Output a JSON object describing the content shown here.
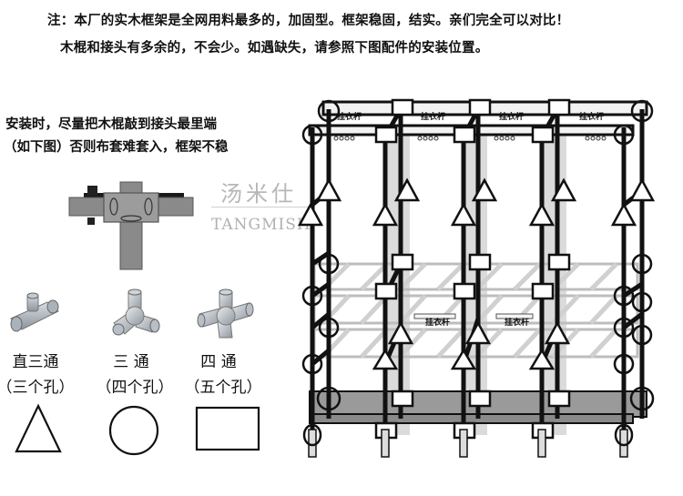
{
  "notice": {
    "line1": "注：本厂的实木框架是全网用料最多的，加固型。框架稳固，结实。亲们完全可以对比！",
    "line2": "木棍和接头有多余的，不会少。如遇缺失，请参照下图配件的安装位置。"
  },
  "instruction": {
    "line1": "安装时，尽量把木棍敲到接头最里端",
    "line2": "（如下图）否则布套难套入，框架不稳"
  },
  "watermark": {
    "cn": "汤米仕",
    "en": "TANGMISH"
  },
  "connectors": [
    {
      "name": "直三通",
      "holes": "（三个孔）",
      "symbol": "triangle"
    },
    {
      "name": "三  通",
      "holes": "（四个孔）",
      "symbol": "circle"
    },
    {
      "name": "四  通",
      "holes": "（五个孔）",
      "symbol": "rectangle"
    }
  ],
  "rack": {
    "rod_label": "挂衣杆",
    "top_rod_labels": [
      "挂衣杆",
      "挂衣杆",
      "挂衣杆",
      "挂衣杆"
    ],
    "mid_rod_labels": [
      "挂衣杆",
      "挂衣杆"
    ]
  }
}
